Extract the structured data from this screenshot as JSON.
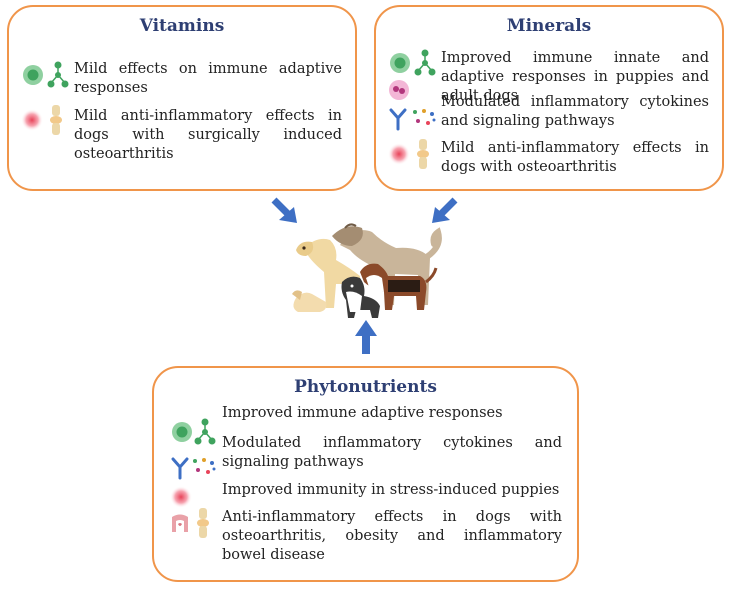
{
  "vitamins": {
    "title": "Vitamins",
    "items": [
      "Mild effects on immune adaptive responses",
      "Mild anti-inflammatory effects in dogs with surgically induced osteoarthritis"
    ]
  },
  "minerals": {
    "title": "Minerals",
    "items": [
      "Improved immune innate and adaptive responses in puppies and adult dogs",
      "Modulated inflammatory cytokines and signaling pathways",
      "Mild anti-inflammatory effects in dogs with osteoarthritis"
    ]
  },
  "phytonutrients": {
    "title": "Phytonutrients",
    "items": [
      "Improved immune adaptive responses",
      "Modulated inflammatory cytokines and signaling pathways",
      "Improved immunity in stress-induced puppies",
      "Anti-inflammatory effects in dogs with osteoarthritis, obesity and inflammatory bowel disease"
    ]
  },
  "colors": {
    "box_border": "#f0954a",
    "title_text": "#2e3f73",
    "arrow": "#3e6fc4"
  },
  "icons": [
    "immune-cell-icon",
    "dendritic-cell-icon",
    "neutrophil-icon",
    "antibody-icon",
    "cytokine-icon",
    "inflammation-icon",
    "knee-joint-icon",
    "intestine-icon",
    "dogs-group-illustration"
  ]
}
